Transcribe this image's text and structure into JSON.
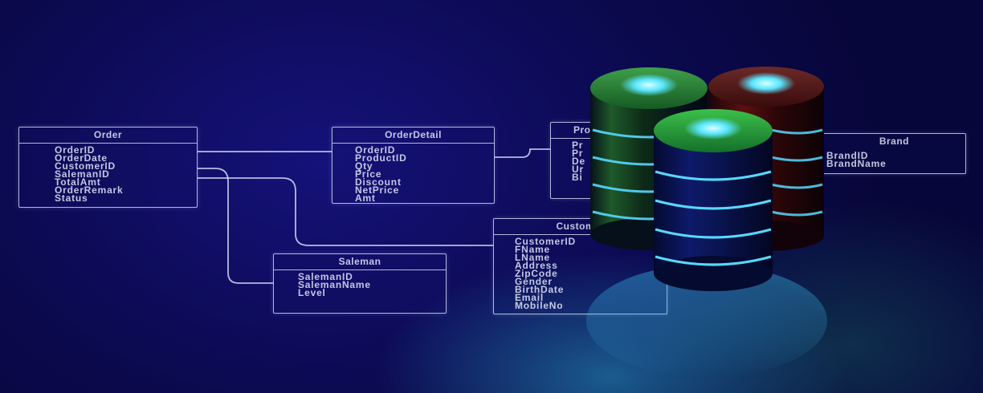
{
  "tables": {
    "order": {
      "title": "Order",
      "fields": [
        "OrderID",
        "OrderDate",
        "CustomerID",
        "SalemanID",
        "TotalAmt",
        "OrderRemark",
        "Status"
      ]
    },
    "order_detail": {
      "title": "OrderDetail",
      "fields": [
        "OrderID",
        "ProductID",
        "Qty",
        "Price",
        "Discount",
        "NetPrice",
        "Amt"
      ]
    },
    "product": {
      "title": "Pro",
      "fields": [
        "Pr",
        "Pr",
        "De",
        "Ur",
        "Bi"
      ]
    },
    "brand": {
      "title": "Brand",
      "fields": [
        "BrandID",
        "BrandName"
      ]
    },
    "saleman": {
      "title": "Saleman",
      "fields": [
        "SalemanID",
        "SalemanName",
        "Level"
      ]
    },
    "customer": {
      "title": "Customer",
      "fields": [
        "CustomerID",
        "FName",
        "LName",
        "Address",
        "ZipCode",
        "Gender",
        "BirthDate",
        "Email",
        "MobileNo"
      ]
    }
  },
  "colors": {
    "background": "#0c0a52",
    "line": "#e1e6ff",
    "cylinder_green_glow": "#4fe8ff",
    "cylinder_red": "#8a1a1a",
    "ring_glow": "#58d8ff"
  }
}
